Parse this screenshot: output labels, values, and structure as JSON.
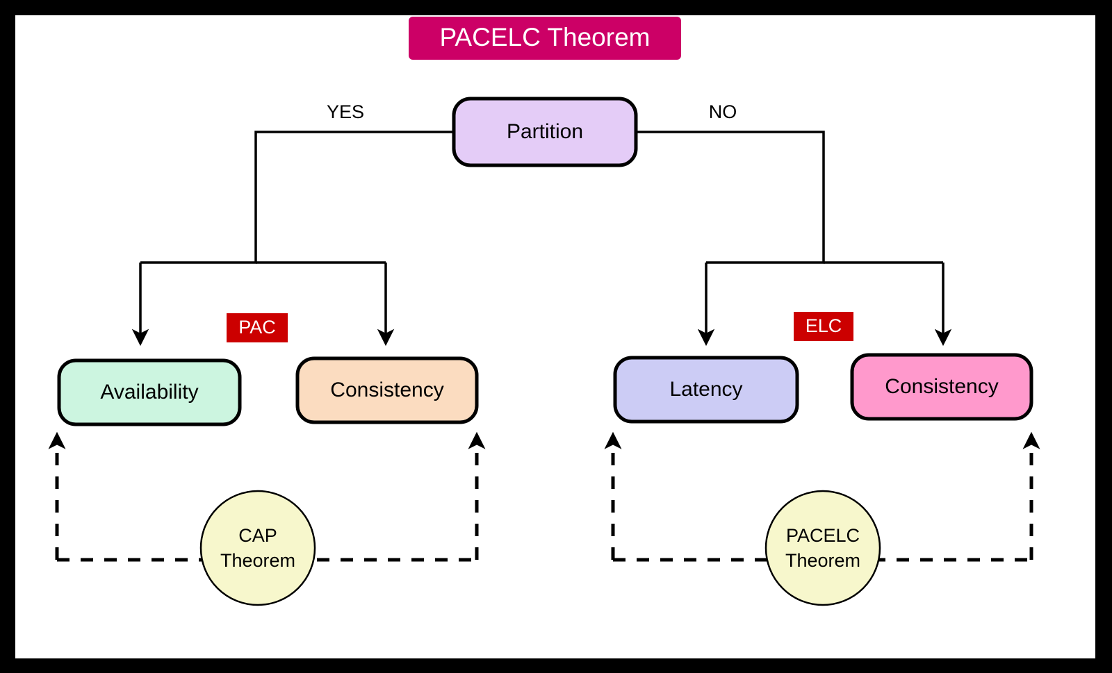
{
  "frame": {
    "border_color": "#000000",
    "canvas_color": "#ffffff"
  },
  "title": {
    "label": "PACELC Theorem",
    "bg_color": "#CC0066",
    "text_color": "#ffffff"
  },
  "root": {
    "label": "Partition",
    "fill": "#E4CCF7"
  },
  "edge_labels": {
    "yes": "YES",
    "no": "NO"
  },
  "badges": [
    {
      "label": "PAC",
      "bg_color": "#CC0000",
      "text_color": "#ffffff"
    },
    {
      "label": "ELC",
      "bg_color": "#CC0000",
      "text_color": "#ffffff"
    }
  ],
  "leaves": [
    {
      "label": "Availability",
      "fill": "#CCF5E0"
    },
    {
      "label": "Consistency",
      "fill": "#FBDCC0"
    },
    {
      "label": "Latency",
      "fill": "#CCCCF5"
    },
    {
      "label": "Consistency",
      "fill": "#FF99CC"
    }
  ],
  "circles": [
    {
      "line1": "CAP",
      "line2": "Theorem",
      "fill": "#F7F7CC"
    },
    {
      "line1": "PACELC",
      "line2": "Theorem",
      "fill": "#F7F7CC"
    }
  ]
}
